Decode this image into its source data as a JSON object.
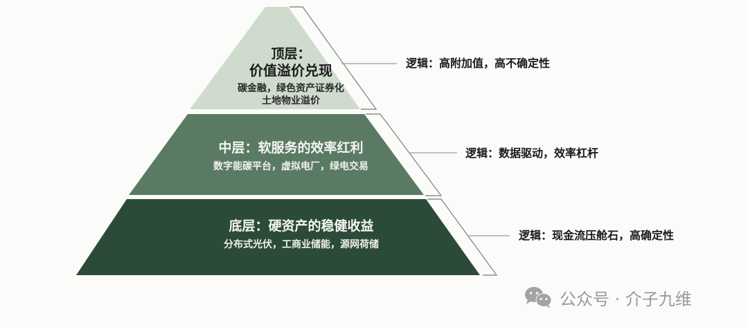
{
  "pyramid": {
    "colors": {
      "background": "#fbfbfa",
      "top_fill": "#cfdccd",
      "middle_fill": "#5b7a64",
      "bottom_fill": "#2c4a38",
      "outline": "#8a8f8a"
    },
    "layers": [
      {
        "id": "top",
        "title_line1": "顶层：",
        "title_line2": "价值溢价兑现",
        "sub_line1": "碳金融，绿色资产证券化",
        "sub_line2": "土地物业溢价",
        "logic": "逻辑：高附加值，高不确定性"
      },
      {
        "id": "middle",
        "title": "中层：软服务的效率红利",
        "sub": "数字能碳平台，虚拟电厂，绿电交易",
        "logic": "逻辑：数据驱动，效率杠杆"
      },
      {
        "id": "bottom",
        "title": "底层：硬资产的稳健收益",
        "sub": "分布式光伏，工商业储能，源网荷储",
        "logic": "逻辑：现金流压舱石，高确定性"
      }
    ]
  },
  "watermark": {
    "icon": "wechat-icon",
    "text": "公众号 · 介子九维"
  }
}
